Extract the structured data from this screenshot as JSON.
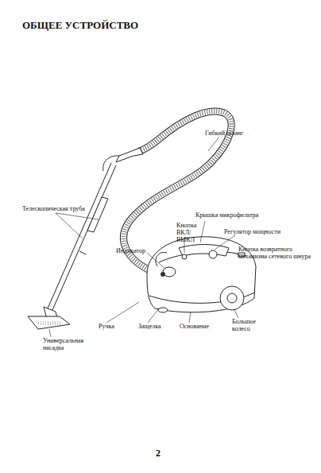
{
  "diagram": {
    "title": "ОБЩЕЕ УСТРОЙСТВО",
    "labels": [
      "Гибкий шланг",
      "Телескопическая труба",
      "Крышка микрофильтра",
      "Кнопка ВКЛ/ВЫКЛ",
      "Регулятор мощности",
      "Индикатор",
      "Кнопка возвратного механизма сетевого шнура",
      "Ручка",
      "Защелка",
      "Основание",
      "Большое колесо",
      "Универсальная насадка",
      "2"
    ]
  }
}
